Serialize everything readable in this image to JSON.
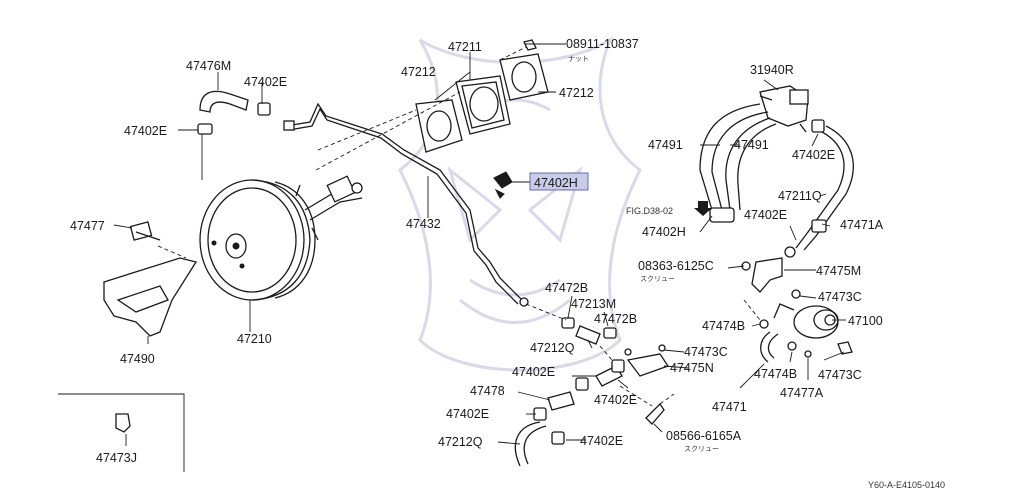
{
  "labels": {
    "p08911": "08911-10837",
    "p08911_sub": "ナット",
    "p47211": "47211",
    "p47212_a": "47212",
    "p47212_b": "47212",
    "p47476M": "47476M",
    "p47402E_1": "47402E",
    "p47402E_2": "47402E",
    "p31940R": "31940R",
    "p47491_a": "47491",
    "p47491_b": "47491",
    "p47402E_3": "47402E",
    "p47402H_hl": "47402H",
    "p47432": "47432",
    "p47477": "47477",
    "p47211Q": "47211Q",
    "fig_ref": "FIG.D38-02",
    "p47402E_4": "47402E",
    "p47471A": "47471A",
    "p47402H_2": "47402H",
    "p08363": "08363-6125C",
    "p08363_sub": "スクリュー",
    "p47475M": "47475M",
    "p47473C_1": "47473C",
    "p47472B_a": "47472B",
    "p47213M": "47213M",
    "p47472B_b": "47472B",
    "p47490": "47490",
    "p47210": "47210",
    "p47474B_1": "47474B",
    "p47100": "47100",
    "p47212Q_1": "47212Q",
    "p47473C_2": "47473C",
    "p47402E_5": "47402E",
    "p47475N": "47475N",
    "p47474B_2": "47474B",
    "p47473C_3": "47473C",
    "p47478": "47478",
    "p47402E_6": "47402E",
    "p47471": "47471",
    "p47477A": "47477A",
    "p47402E_7": "47402E",
    "p47473J": "47473J",
    "p47212Q_2": "47212Q",
    "p47402E_8": "47402E",
    "p08566": "08566-6165A",
    "p08566_sub": "スクリュー",
    "diagram_code": "Y60-A-E4105-0140"
  },
  "highlight_color": "#c9cce8",
  "icons": {
    "fig_arrow": "down-arrow-icon"
  }
}
